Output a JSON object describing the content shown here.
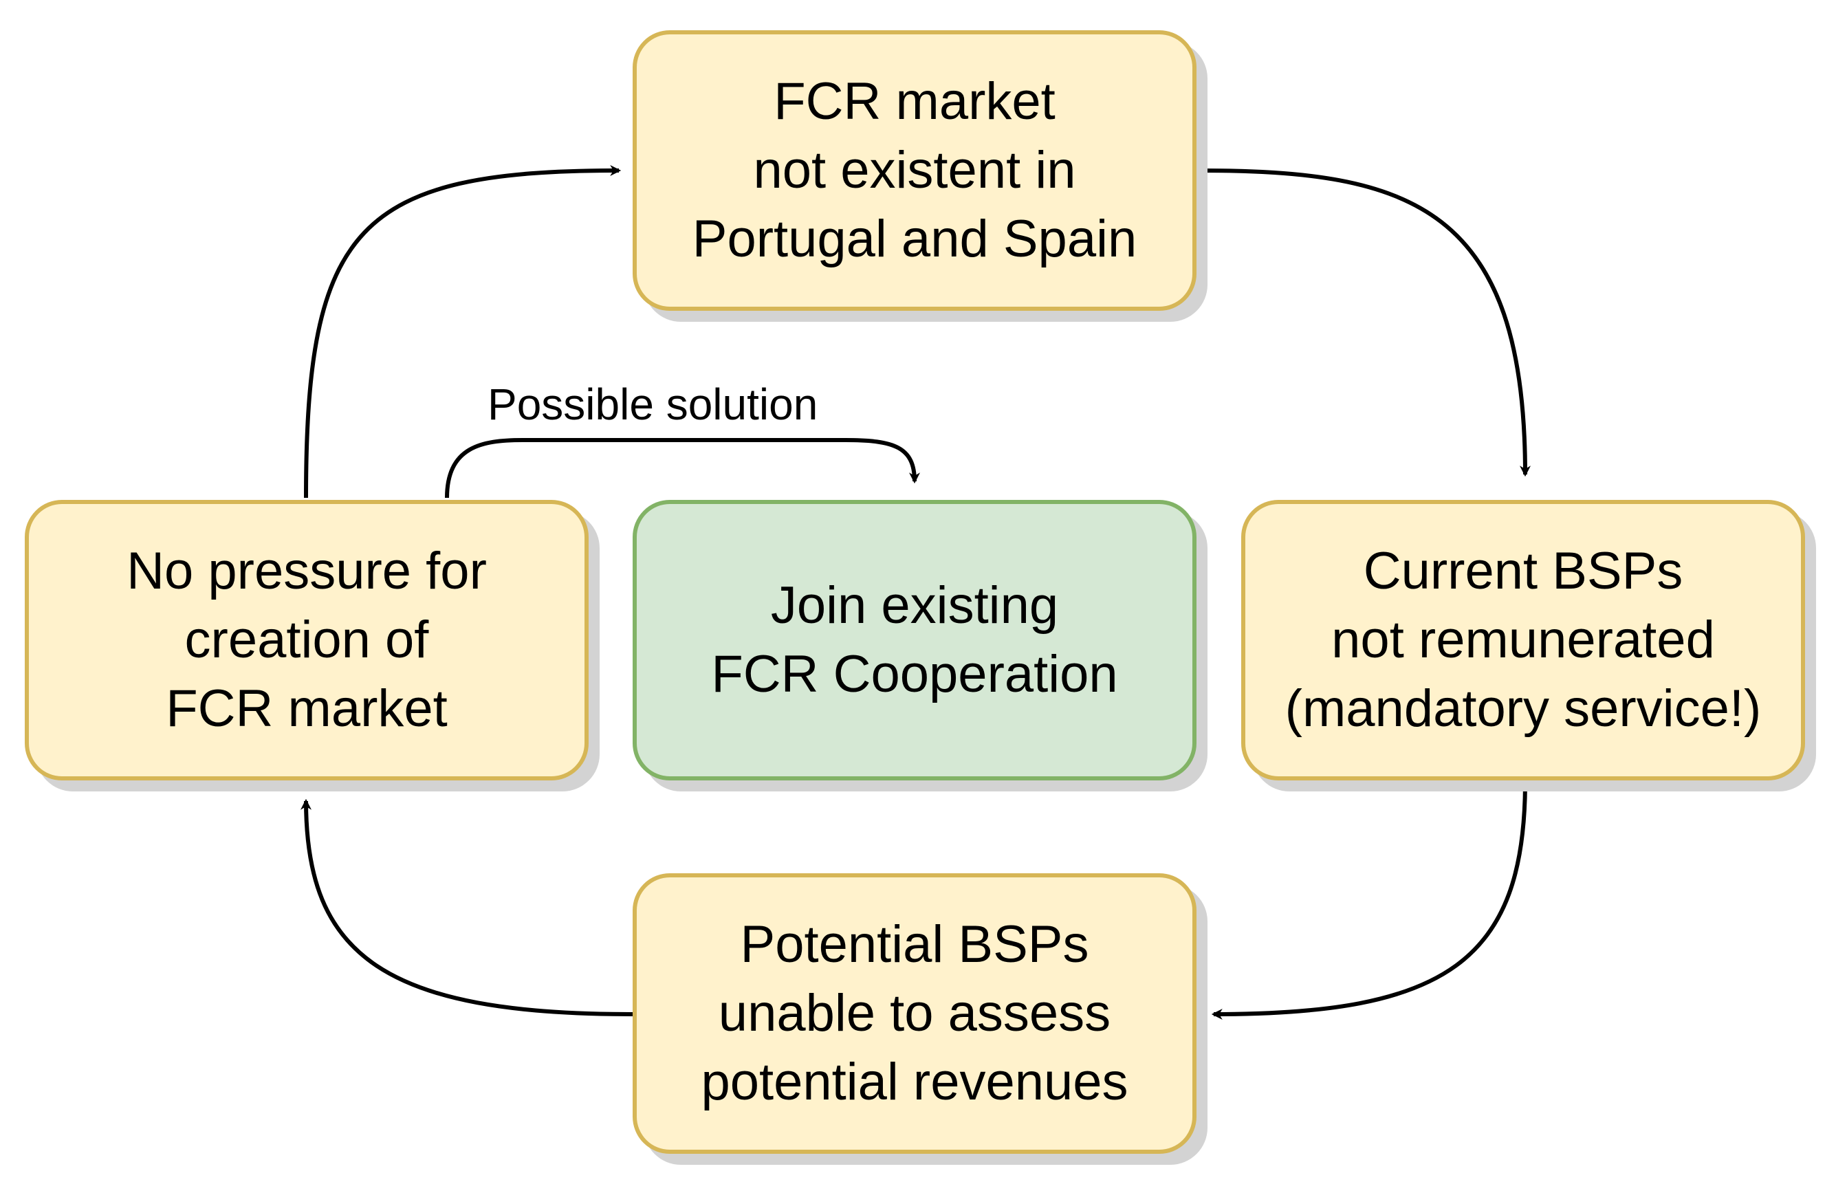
{
  "nodes": {
    "fcr_market": {
      "lines": [
        "FCR market",
        "not existent in",
        "Portugal and Spain"
      ]
    },
    "current_bsps": {
      "lines": [
        "Current BSPs",
        "not remunerated",
        "(mandatory service!)"
      ]
    },
    "potential_bsps": {
      "lines": [
        "Potential BSPs",
        "unable to assess",
        "potential revenues"
      ]
    },
    "no_pressure": {
      "lines": [
        "No pressure for",
        "creation of",
        "FCR market"
      ]
    },
    "join_existing": {
      "lines": [
        "Join existing",
        "FCR Cooperation"
      ]
    }
  },
  "edge_labels": {
    "possible_solution": "Possible solution"
  },
  "colors": {
    "node_fill": "#fff2cc",
    "node_border": "#d6b656",
    "solution_fill": "#d5e8d4",
    "solution_border": "#82b366",
    "shadow": "#d3d3d3",
    "edge": "#000000"
  }
}
